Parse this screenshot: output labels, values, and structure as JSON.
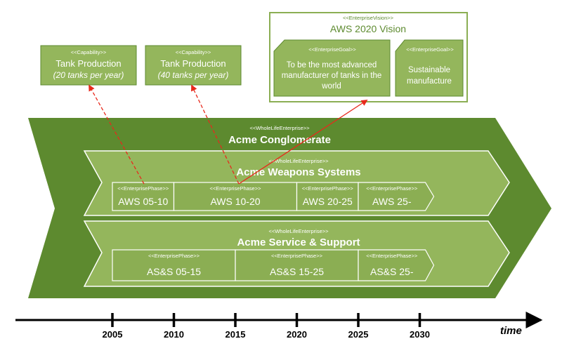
{
  "colors": {
    "outer_band": "#5d8a2f",
    "inner_band": "#94b65c",
    "phase_fill": "#8bae53",
    "box_fill": "#94b65c",
    "box_border": "#5d8a2f",
    "white": "#ffffff",
    "arrow": "#e8291c",
    "axis": "#000000"
  },
  "capabilities": [
    {
      "stereotype": "<<Capability>>",
      "title": "Tank Production",
      "subtitle": "(20 tanks per year)"
    },
    {
      "stereotype": "<<Capability>>",
      "title": "Tank Production",
      "subtitle": "(40 tanks per year)"
    }
  ],
  "vision": {
    "stereotype": "<<EnterpriseVision>>",
    "title": "AWS 2020 Vision",
    "goals": [
      {
        "stereotype": "<<EnterpriseGoal>>",
        "lines": [
          "To be the most advanced",
          "manufacturer of tanks in the",
          "world"
        ]
      },
      {
        "stereotype": "<<EnterpriseGoal>>",
        "lines": [
          "Sustainable",
          "manufacture"
        ]
      }
    ]
  },
  "conglomerate": {
    "stereotype": "<<WholeLifeEnterprise>>",
    "title": "Acme Conglomerate"
  },
  "weapons": {
    "stereotype": "<<WholeLifeEnterprise>>",
    "title": "Acme Weapons Systems",
    "phases": [
      {
        "stereotype": "<<EnterprisePhase>>",
        "label": "AWS 05-10",
        "start": 2005,
        "end": 2010
      },
      {
        "stereotype": "<<EnterprisePhase>>",
        "label": "AWS 10-20",
        "start": 2010,
        "end": 2020
      },
      {
        "stereotype": "<<EnterprisePhase>>",
        "label": "AWS 20-25",
        "start": 2020,
        "end": 2025
      },
      {
        "stereotype": "<<EnterprisePhase>>",
        "label": "AWS 25-",
        "start": 2025,
        "end": 2030
      }
    ]
  },
  "service": {
    "stereotype": "<<WholeLifeEnterprise>>",
    "title": "Acme Service & Support",
    "phases": [
      {
        "stereotype": "<<EnterprisePhase>>",
        "label": "AS&S 05-15",
        "start": 2005,
        "end": 2015
      },
      {
        "stereotype": "<<EnterprisePhase>>",
        "label": "AS&S 15-25",
        "start": 2015,
        "end": 2025
      },
      {
        "stereotype": "<<EnterprisePhase>>",
        "label": "AS&S 25-",
        "start": 2025,
        "end": 2030
      }
    ]
  },
  "timeline": {
    "ticks": [
      "2005",
      "2010",
      "2015",
      "2020",
      "2025",
      "2030"
    ],
    "axis_label": "time"
  }
}
